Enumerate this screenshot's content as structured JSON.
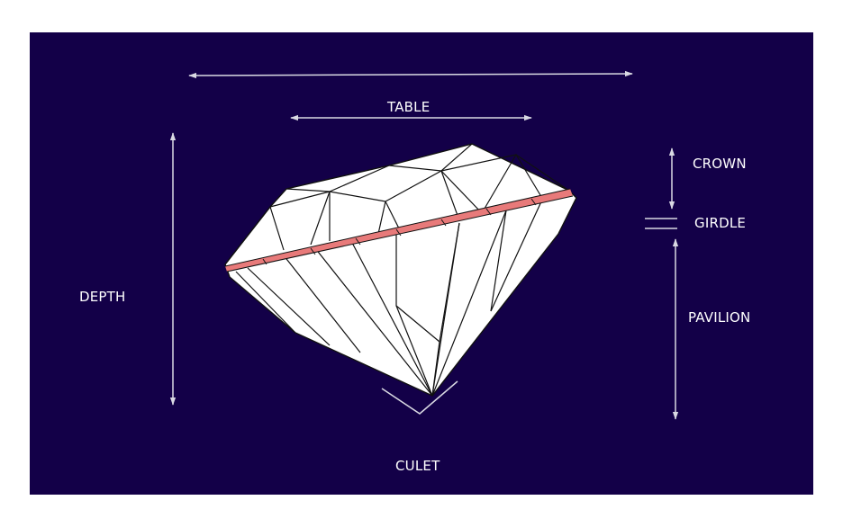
{
  "diagram": {
    "labels": {
      "table": "TABLE",
      "crown": "CROWN",
      "girdle": "GIRDLE",
      "depth": "DEPTH",
      "pavilion": "PAVILION",
      "culet": "CULET"
    },
    "colors": {
      "background": "#130048",
      "stone": "#ffffff",
      "facet_lines": "#111111",
      "girdle_band": "#e87a7a",
      "arrows": "#d9d9e3",
      "text": "#ffffff"
    }
  }
}
